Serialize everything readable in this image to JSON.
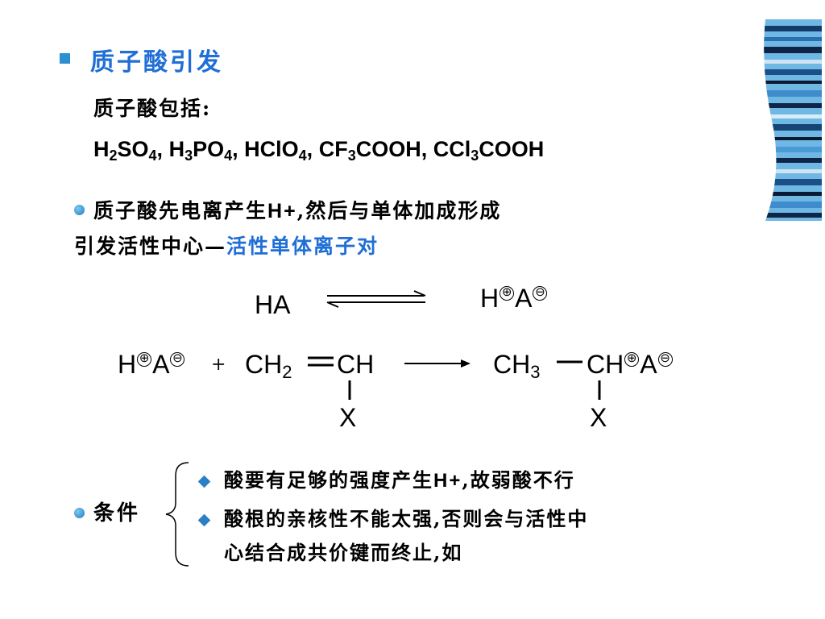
{
  "heading": "质子酸引发",
  "intro_label": "质子酸包括:",
  "acids": [
    {
      "base": "H",
      "sub": "2",
      "rest": "SO",
      "sub2": "4",
      "sep": ","
    },
    {
      "base": "H",
      "sub": "3",
      "rest": "PO",
      "sub2": "4",
      "sep": ","
    },
    {
      "base": "HClO",
      "sub": "4",
      "rest": "",
      "sub2": "",
      "sep": ","
    },
    {
      "base": "CF",
      "sub": "3",
      "rest": "COOH",
      "sub2": "",
      "sep": ","
    },
    {
      "base": "CCl",
      "sub": "3",
      "rest": "COOH",
      "sub2": "",
      "sep": ""
    }
  ],
  "para1_line1_a": "质子酸先电离产生",
  "para1_line1_h": "H+",
  "para1_line1_b": ",然后与单体加成形成",
  "para1_line2_a": "引发活性中心—",
  "para1_line2_b": "活性单体离子对",
  "eq1": {
    "left": "HA",
    "right_h": "H",
    "right_a": "A",
    "plus_sign": "⊕",
    "minus_sign": "⊖"
  },
  "eq2": {
    "reactant_h": "H",
    "reactant_a": "A",
    "plus": "+",
    "ch2": "CH",
    "ch2_sub": "2",
    "ch": "CH",
    "x1": "X",
    "prod_ch3": "CH",
    "prod_ch3_sub": "3",
    "prod_ch": "CH",
    "prod_a": "A",
    "x2": "X"
  },
  "conditions_label": "条件",
  "conditions": [
    {
      "a": "酸要有足够的强度产生",
      "h": "H+",
      "b": ",故弱酸不行"
    },
    {
      "line1": "酸根的亲核性不能太强,否则会与活性中",
      "line2": "心结合成共价键而终止,如"
    }
  ],
  "colors": {
    "accent": "#1f6fd6",
    "bullet": "#2b8fd0"
  }
}
